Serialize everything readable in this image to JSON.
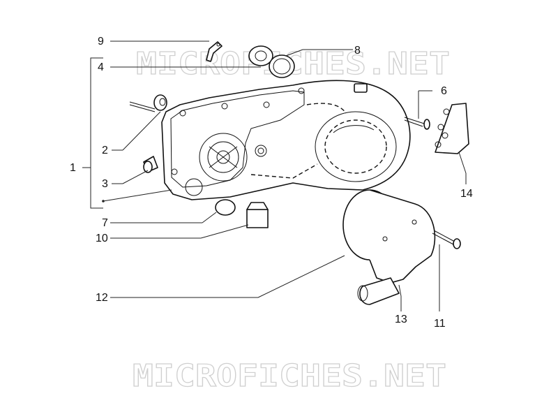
{
  "watermark": {
    "text": "MICROFICHES.NET"
  },
  "callouts": {
    "c1": "1",
    "c2": "2",
    "c3": "3",
    "c4": "4",
    "c6": "6",
    "c7": "7",
    "c8": "8",
    "c9": "9",
    "c10": "10",
    "c11": "11",
    "c12": "12",
    "c13": "13",
    "c14": "14"
  }
}
